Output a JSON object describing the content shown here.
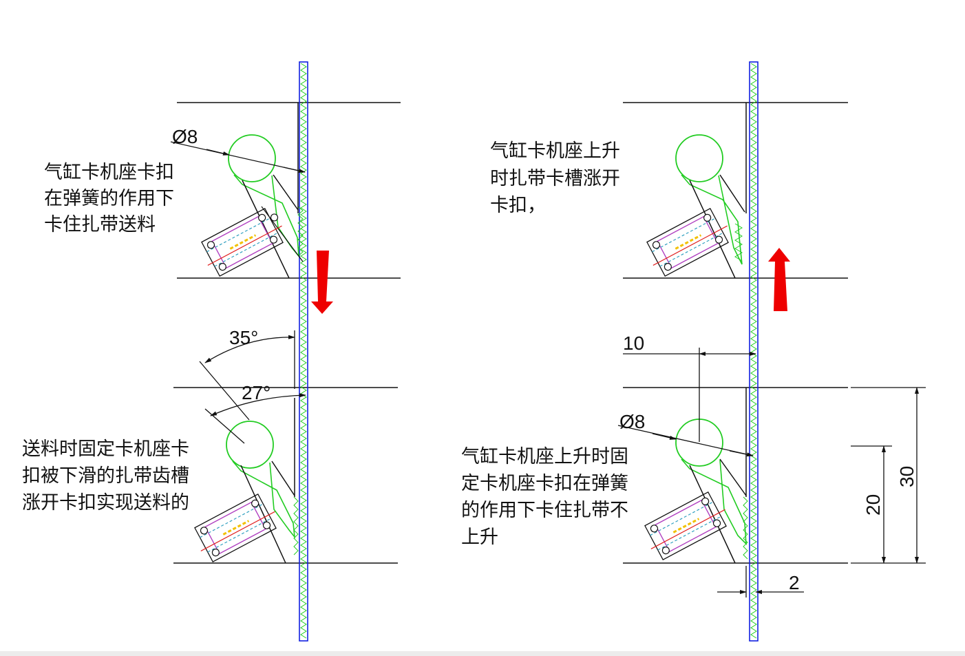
{
  "colors": {
    "line": "#111111",
    "strap": "#1020e0",
    "teeth": "#22cc22",
    "clip": "#22cc22",
    "cylinder": "#b040c0",
    "cyan": "#30a0c0",
    "rod": "#f2c000",
    "arrow": "#ee0000",
    "redline": "#e02020"
  },
  "notes": {
    "top_left": [
      "气缸卡机座卡扣",
      "在弹簧的作用下",
      "卡住扎带送料"
    ],
    "top_right": [
      "气缸卡机座上升",
      "时扎带卡槽涨开",
      "卡扣，"
    ],
    "bottom_left": [
      "送料时固定卡机座卡",
      "扣被下滑的扎带齿槽",
      "涨开卡扣实现送料的"
    ],
    "bottom_right": [
      "气缸卡机座上升时固",
      "定卡机座卡扣在弹簧",
      "的作用下卡住扎带不",
      "上升"
    ]
  },
  "dimensions": {
    "dia_top_left": "Ø8",
    "dia_bottom_right": "Ø8",
    "angle_35": "35°",
    "angle_27": "27°",
    "len_10": "10",
    "len_2": "2",
    "len_20": "20",
    "len_30": "30"
  },
  "arrows": {
    "left": "down",
    "right": "up"
  }
}
